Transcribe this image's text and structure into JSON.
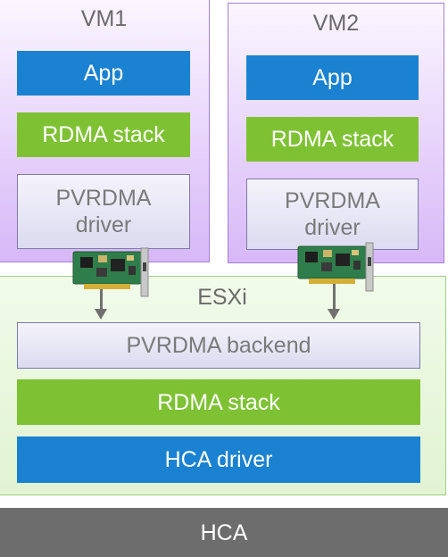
{
  "vm1": {
    "title": "VM1",
    "app": "App",
    "rdma_stack": "RDMA stack",
    "pvrdma_driver_line1": "PVRDMA",
    "pvrdma_driver_line2": "driver"
  },
  "vm2": {
    "title": "VM2",
    "app": "App",
    "rdma_stack": "RDMA stack",
    "pvrdma_driver_line1": "PVRDMA",
    "pvrdma_driver_line2": "driver"
  },
  "esxi": {
    "title": "ESXi",
    "pvrdma_backend": "PVRDMA backend",
    "rdma_stack": "RDMA stack",
    "hca_driver": "HCA driver"
  },
  "hca": {
    "label": "HCA"
  },
  "colors": {
    "app_blue": "#1b82d1",
    "rdma_green": "#7ec234",
    "vm_purple": "#d7b8f7",
    "esxi_green": "#e1f3d2",
    "hca_gray": "#6d6d6d"
  }
}
